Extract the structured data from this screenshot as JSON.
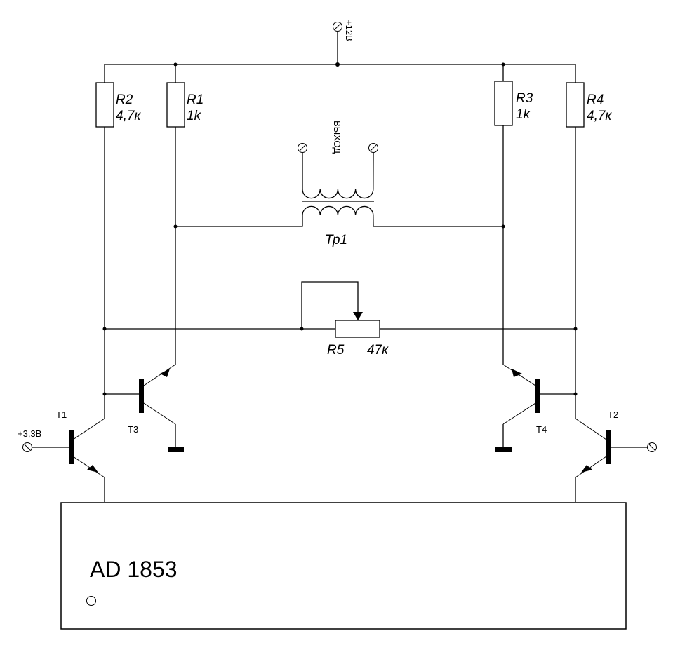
{
  "diagram": {
    "type": "circuit-schematic",
    "supply": {
      "label": "+12В"
    },
    "resistors": [
      {
        "id": "R2",
        "name": "R2",
        "value": "4,7к"
      },
      {
        "id": "R1",
        "name": "R1",
        "value": "1k"
      },
      {
        "id": "R3",
        "name": "R3",
        "value": "1k"
      },
      {
        "id": "R4",
        "name": "R4",
        "value": "4,7к"
      }
    ],
    "potentiometer": {
      "name": "R5",
      "value": "47к"
    },
    "transformer": {
      "name": "Тр1",
      "output_label": "ВЫХОД"
    },
    "transistors": [
      {
        "name": "T1",
        "type": "npn"
      },
      {
        "name": "T2",
        "type": "npn"
      },
      {
        "name": "T3",
        "type": "pnp"
      },
      {
        "name": "T4",
        "type": "pnp"
      }
    ],
    "input": {
      "label": "+3,3В"
    },
    "chip": {
      "label": "AD 1853"
    }
  }
}
